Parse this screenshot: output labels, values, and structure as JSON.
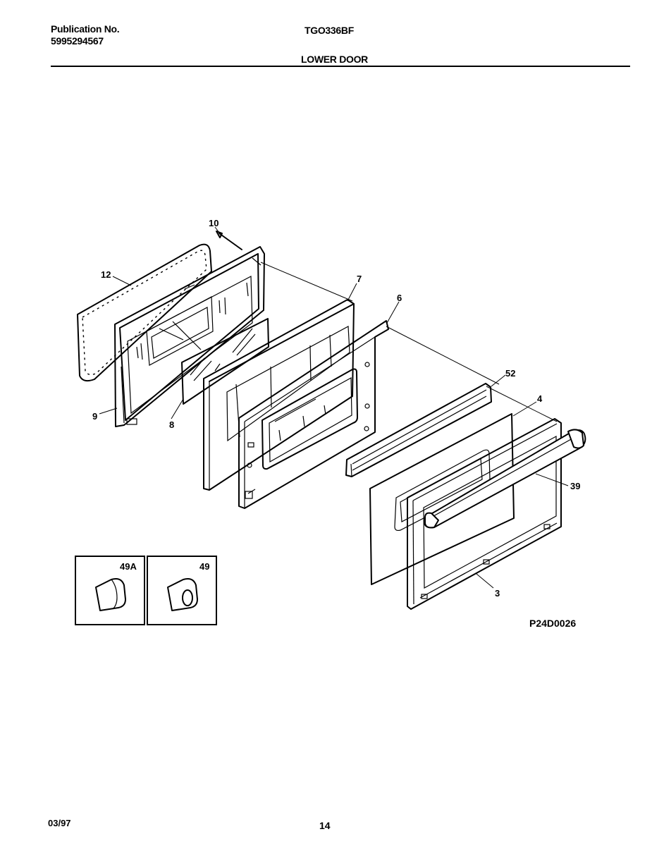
{
  "header": {
    "publication_label": "Publication No.",
    "publication_number": "5995294567",
    "model": "TGO336BF",
    "section": "LOWER DOOR"
  },
  "diagram": {
    "callouts": {
      "c10": "10",
      "c12": "12",
      "c7": "7",
      "c6": "6",
      "c9": "9",
      "c8": "8",
      "c52": "52",
      "c4": "4",
      "c39": "39",
      "c3": "3",
      "c49a": "49A",
      "c49": "49"
    },
    "figure_code": "P24D0026"
  },
  "footer": {
    "date": "03/97",
    "page": "14"
  }
}
